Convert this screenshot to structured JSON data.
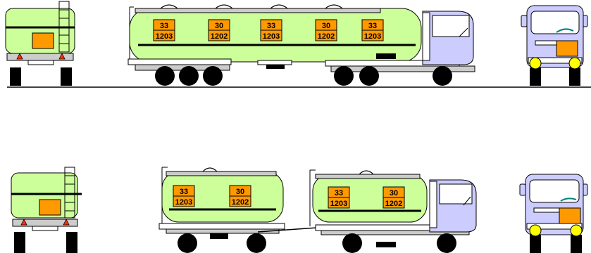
{
  "colors": {
    "tank_fill": "#ccff99",
    "cab_fill": "#ccccff",
    "plate_fill": "#ff9900",
    "rail_fill": "#cccccc",
    "wheel_fill": "#000000",
    "headlight_fill": "#ffff00",
    "reflector_fill": "#ff3300",
    "wiper_color": "#008080"
  },
  "top_row": {
    "tanker_plates": [
      {
        "hazard": "33",
        "un": "1203"
      },
      {
        "hazard": "30",
        "un": "1202"
      },
      {
        "hazard": "33",
        "un": "1203"
      },
      {
        "hazard": "30",
        "un": "1202"
      },
      {
        "hazard": "33",
        "un": "1203"
      }
    ]
  },
  "bottom_row": {
    "trailer_plates": [
      {
        "hazard": "33",
        "un": "1203"
      },
      {
        "hazard": "30",
        "un": "1202"
      }
    ],
    "truck_plates": [
      {
        "hazard": "33",
        "un": "1203"
      },
      {
        "hazard": "30",
        "un": "1202"
      }
    ]
  }
}
